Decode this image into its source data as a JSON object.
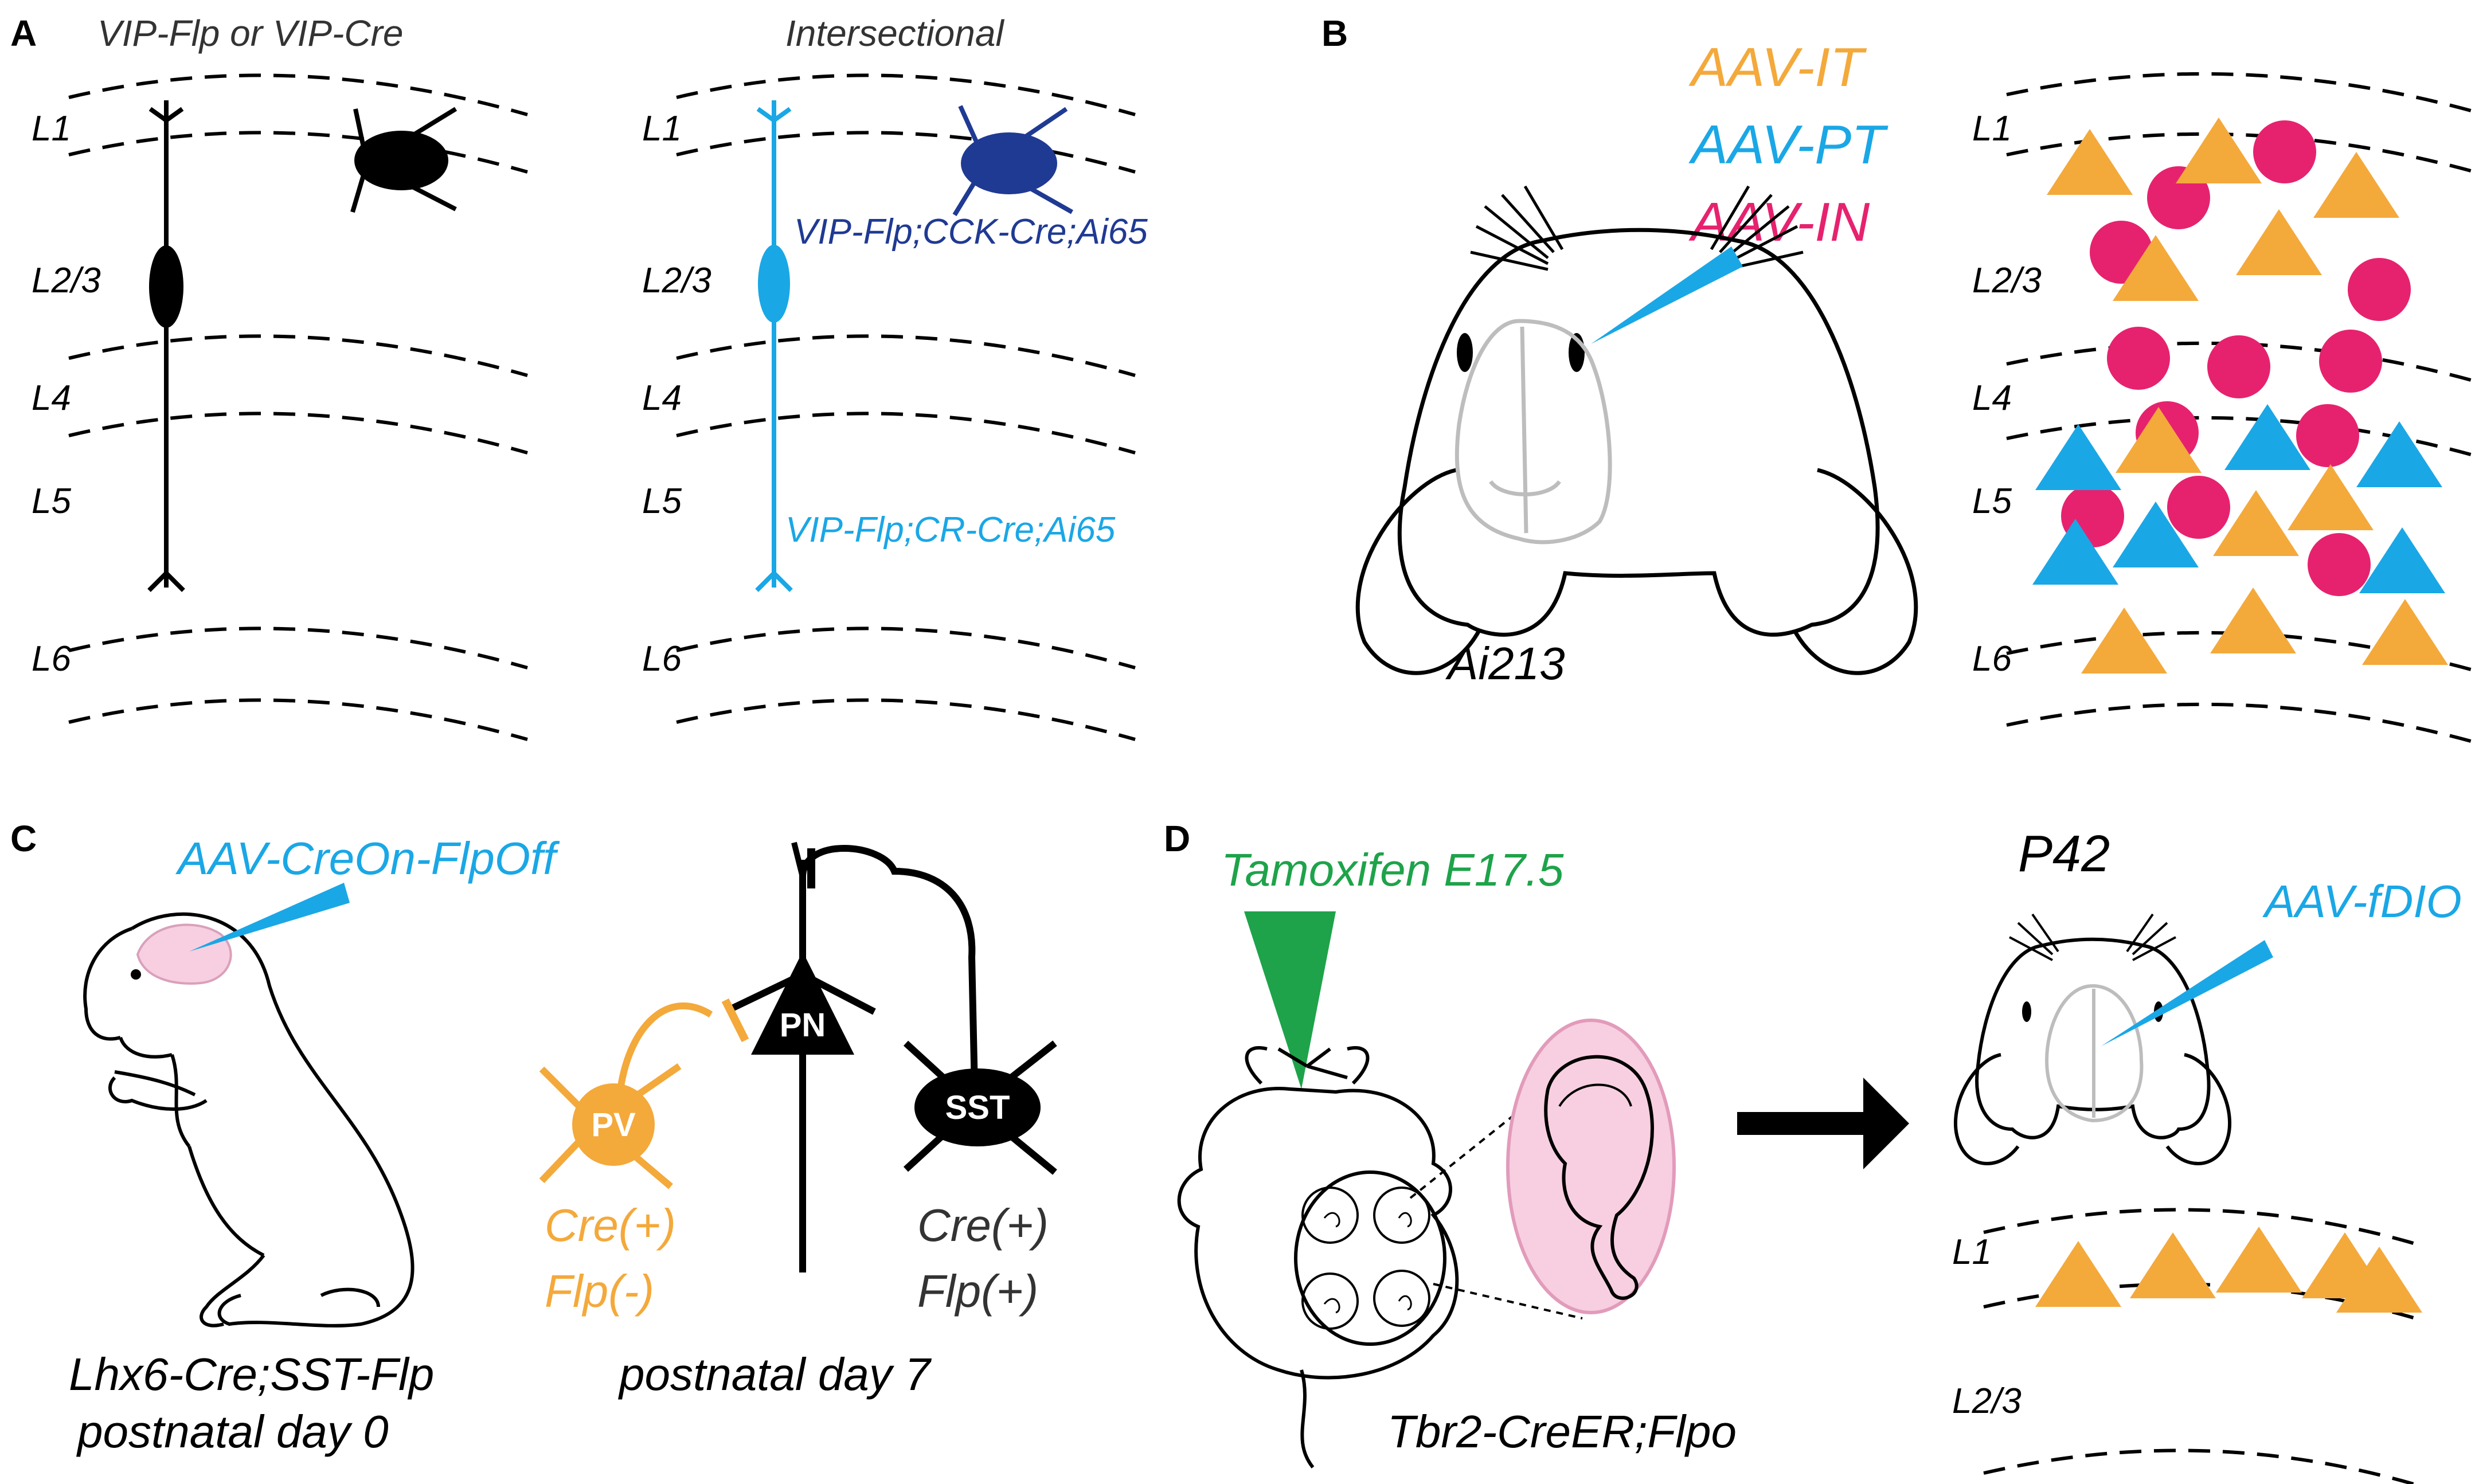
{
  "colors": {
    "black": "#000000",
    "cyan": "#1aa7e6",
    "dark_blue": "#1f3a93",
    "orange": "#f4a93b",
    "magenta": "#e6226f",
    "green": "#1ea34a",
    "pink": "#f7cfe0",
    "gray": "#bdbdbd"
  },
  "panelA": {
    "letter": "A",
    "left_title": "VIP-Flp or VIP-Cre",
    "right_title": "Intersectional",
    "layers": [
      "L1",
      "L2/3",
      "L4",
      "L5",
      "L6"
    ],
    "label_cck": "VIP-Flp;CCK-Cre;Ai65",
    "label_cr": "VIP-Flp;CR-Cre;Ai65"
  },
  "panelB": {
    "letter": "B",
    "virus_labels": [
      "AAV-IT",
      "AAV-PT",
      "AAV-IN"
    ],
    "mouse_label": "Ai213",
    "layers": [
      "L1",
      "L2/3",
      "L4",
      "L5",
      "L6"
    ]
  },
  "panelC": {
    "letter": "C",
    "virus_label": "AAV-CreOn-FlpOff",
    "mouse_line": "Lhx6-Cre;SST-Flp",
    "age_left": "postnatal day 0",
    "age_right": "postnatal day 7",
    "cell_pn": "PN",
    "cell_pv": "PV",
    "cell_sst": "SST",
    "pv_cre": "Cre(+)",
    "pv_flp": "Flp(-)",
    "sst_cre": "Cre(+)",
    "sst_flp": "Flp(+)"
  },
  "panelD": {
    "letter": "D",
    "tamoxifen_label": "Tamoxifen E17.5",
    "mouse_line": "Tbr2-CreER;Flpo",
    "age_label": "P42",
    "virus_label": "AAV-fDIO",
    "layers": [
      "L1",
      "L2/3"
    ]
  }
}
